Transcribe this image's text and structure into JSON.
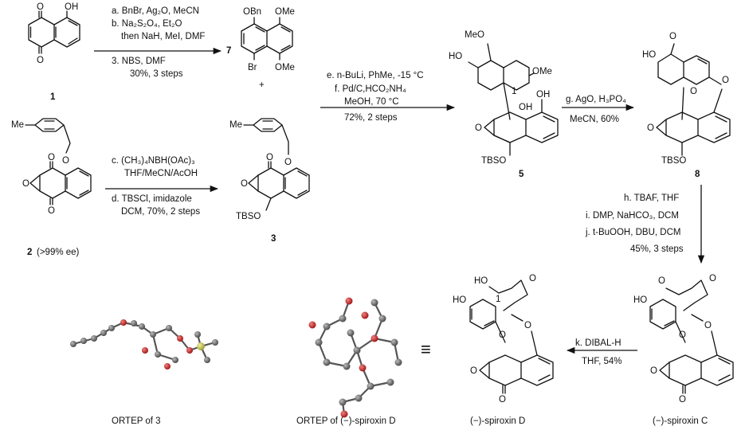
{
  "reagents": {
    "step_1_a": "a. BnBr, Ag₂O, MeCN",
    "step_1_b": "b. Na₂S₂O₄, Et₂O",
    "step_1_b2": "then NaH, MeI, DMF",
    "step_1_3": "3. NBS, DMF",
    "step_1_yield": "30%, 3 steps",
    "step_2_c": "c. (CH₃)₄NBH(OAc)₃",
    "step_2_c2": "THF/MeCN/AcOH",
    "step_2_d": "d. TBSCl, imidazole",
    "step_2_d2": "DCM, 70%, 2 steps",
    "step_3_e": "e. n-BuLi, PhMe, -15 °C",
    "step_3_f": "f. Pd/C,HCO₂NH₄",
    "step_3_f2": "MeOH, 70 °C",
    "step_3_yield": "72%, 2 steps",
    "step_4_g": "g. AgO, H₃PO₄",
    "step_4_g2": "MeCN, 60%",
    "step_5_h": "h. TBAF, THF",
    "step_5_i": "i. DMP, NaHCO₃, DCM",
    "step_5_j": "j. t-BuOOH, DBU, DCM",
    "step_5_yield": "45%, 3 steps",
    "step_6_k": "k. DIBAL-H",
    "step_6_k2": "THF, 54%"
  },
  "compounds": {
    "c1": "1",
    "c2": "2",
    "c2_ee": "(>99% ee)",
    "c3": "3",
    "c5": "5",
    "c7": "7",
    "c8": "8",
    "plus": "+",
    "spiroxin_c": "(−)-spiroxin C",
    "spiroxin_d": "(−)-spiroxin D"
  },
  "atoms": {
    "OH": "OH",
    "HO": "HO",
    "O": "O",
    "OBn": "OBn",
    "OMe": "OMe",
    "MeO": "MeO",
    "Br": "Br",
    "Me": "Me",
    "TBSO": "TBSO",
    "C1": "1"
  },
  "ortep": {
    "label_3": "ORTEP of 3",
    "label_d": "ORTEP of (−)-spiroxin D",
    "equiv": "≡"
  }
}
